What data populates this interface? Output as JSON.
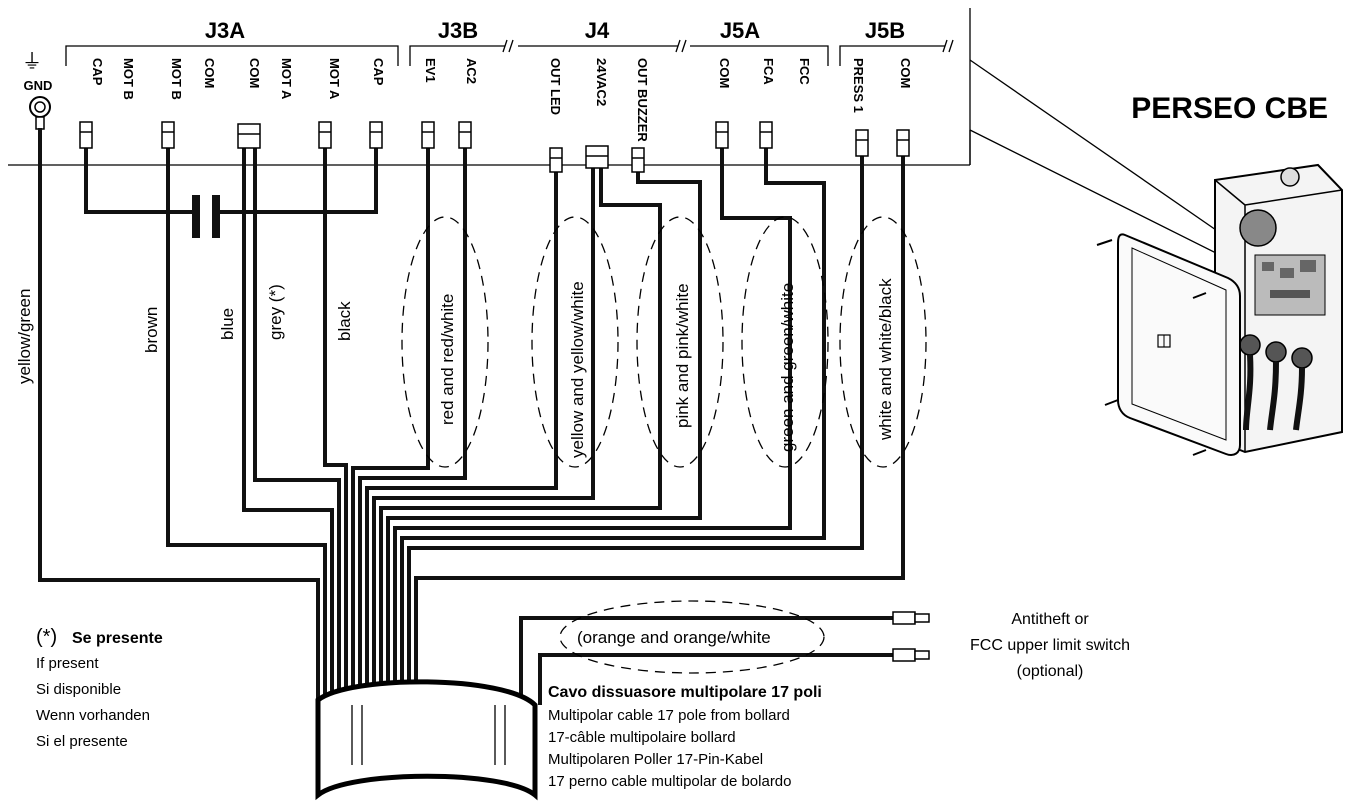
{
  "connectors": {
    "j3a": "J3A",
    "j3b": "J3B",
    "j4": "J4",
    "j5a": "J5A",
    "j5b": "J5B"
  },
  "ground": {
    "label": "GND",
    "symbol": "⏚"
  },
  "pins": {
    "j3a_cap_b": "CAP",
    "j3a_mot_b": "MOT B",
    "j3a_mot_b2": "MOT B",
    "j3a_com1": "COM",
    "j3a_com2": "COM",
    "j3a_mot_a": "MOT A",
    "j3a_mot_a2": "MOT A",
    "j3a_cap_a": "CAP",
    "j3b_ev1": "EV1",
    "j3b_ac2": "AC2",
    "j4_out_led": "OUT LED",
    "j4_24vac2": "24VAC2",
    "j4_out_buzzer": "OUT BUZZER",
    "j5a_com": "COM",
    "j5a_fca": "FCA",
    "j5a_fcc": "FCC",
    "j5b_press1": "PRESS 1",
    "j5b_com": "COM"
  },
  "wires": {
    "yellow_green": "yellow/green",
    "brown": "brown",
    "blue": "blue",
    "grey": "grey (*)",
    "black": "black",
    "red": "red and red/white",
    "yellow": "yellow and yellow/white",
    "pink": "pink and pink/white",
    "green": "green and green/white",
    "white": "white and white/black",
    "orange": "(orange and orange/white"
  },
  "product": {
    "name": "PERSEO CBE"
  },
  "footnote": {
    "mark": "(*)",
    "head": "Se presente",
    "lines": [
      "If present",
      "Si disponible",
      "Wenn vorhanden",
      "Si el presente"
    ]
  },
  "cable": {
    "head": "Cavo dissuasore multipolare 17 poli",
    "lines": [
      "Multipolar cable 17 pole from bollard",
      "17-câble multipolaire bollard",
      "Multipolaren Poller 17-Pin-Kabel",
      "17 perno cable multipolar de bolardo"
    ]
  },
  "auxiliary": {
    "lines": [
      "Antitheft or",
      "FCC upper limit switch",
      "(optional)"
    ]
  }
}
